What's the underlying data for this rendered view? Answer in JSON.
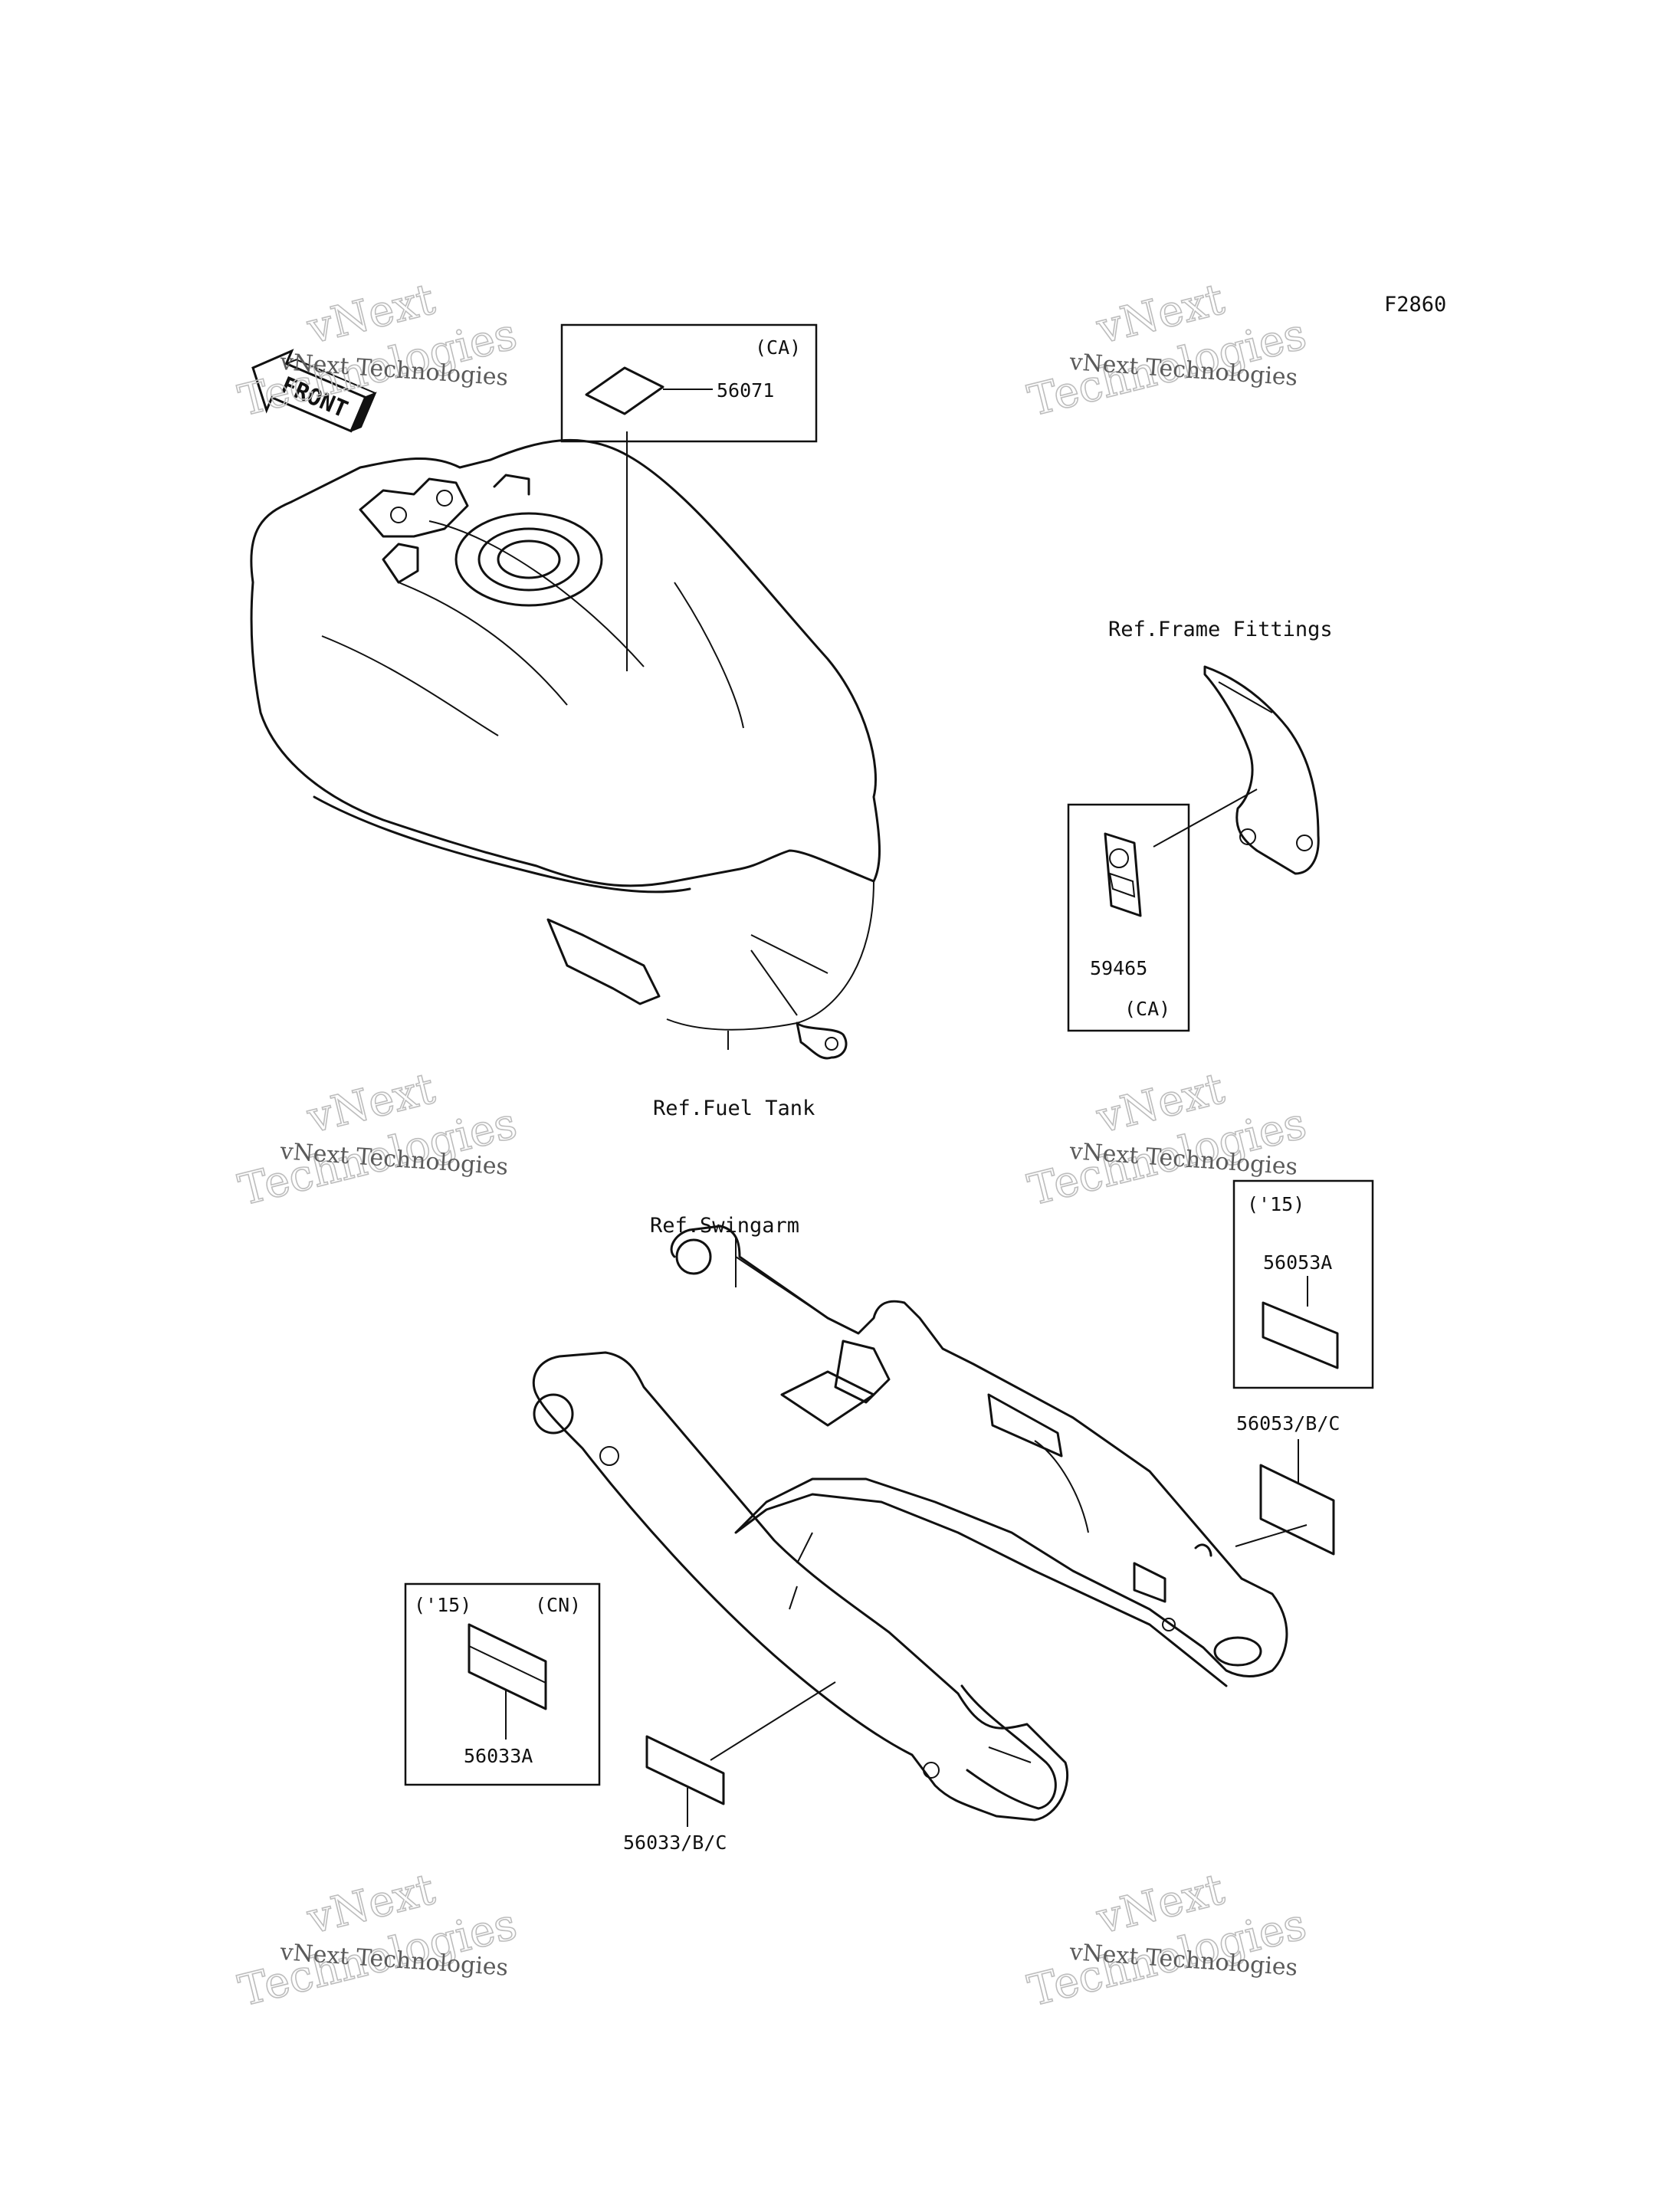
{
  "figure_code": "F2860",
  "front_arrow": "FRONT",
  "references": {
    "fuel_tank": "Ref.Fuel Tank",
    "frame_fittings": "Ref.Frame Fittings",
    "swingarm": "Ref.Swingarm"
  },
  "callouts": {
    "box_56071": {
      "tag": "(CA)",
      "part": "56071"
    },
    "box_59465": {
      "tag": "(CA)",
      "part": "59465"
    },
    "box_56053A": {
      "year": "('15)",
      "part": "56053A"
    },
    "part_56053BC": "56053/B/C",
    "box_56033A": {
      "year": "('15)",
      "tag": "(CN)",
      "part": "56033A"
    },
    "part_56033BC": "56033/B/C"
  },
  "watermark": {
    "line_a": "vNext",
    "line_b": "Technologies",
    "small": "vNext Technologies"
  }
}
